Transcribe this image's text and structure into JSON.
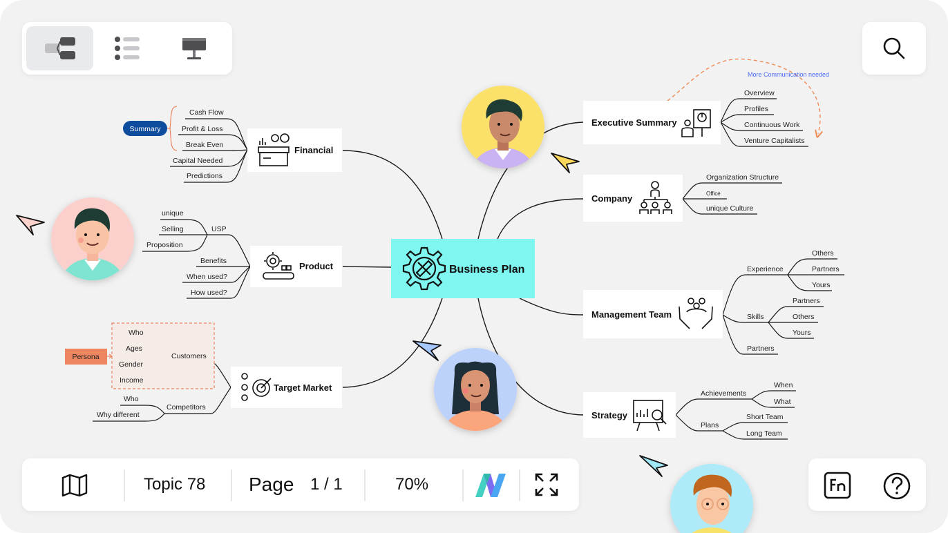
{
  "view_modes": [
    {
      "name": "mindmap-view",
      "active": true
    },
    {
      "name": "outline-view",
      "active": false
    },
    {
      "name": "presentation-view",
      "active": false
    }
  ],
  "toolbar": {
    "topic_label": "Topic 78",
    "page_label": "Page",
    "page_value": "1 / 1",
    "zoom": "70%"
  },
  "mindmap": {
    "central": "Business Plan",
    "branches": {
      "financial": {
        "title": "Financial",
        "items": [
          "Cash Flow",
          "Profit & Loss",
          "Break Even",
          "Capital Needed",
          "Predictions"
        ],
        "summary": "Summary"
      },
      "product": {
        "title": "Product",
        "usp": "USP",
        "usp_items": [
          "unique",
          "Selling",
          "Proposition"
        ],
        "items": [
          "Benefits",
          "When used?",
          "How used?"
        ]
      },
      "target": {
        "title": "Target Market",
        "customers": "Customers",
        "customer_items": [
          "Who",
          "Ages",
          "Gender",
          "Income"
        ],
        "persona": "Persona",
        "competitors": "Competitors",
        "competitor_items": [
          "Who",
          "Why different"
        ]
      },
      "executive": {
        "title": "Executive Summary",
        "items": [
          "Overview",
          "Profiles",
          "Continuous Work",
          "Venture Capitalists"
        ],
        "note": "More Communication needed"
      },
      "company": {
        "title": "Company",
        "items": [
          "Organization Structure",
          "Office",
          "unique Culture"
        ]
      },
      "management": {
        "title": "Management Team",
        "experience": "Experience",
        "experience_items": [
          "Others",
          "Partners",
          "Yours"
        ],
        "skills": "Skills",
        "skills_items": [
          "Partners",
          "Others",
          "Yours"
        ],
        "partners": "Partners"
      },
      "strategy": {
        "title": "Strategy",
        "achievements": "Achievements",
        "achievement_items": [
          "When",
          "What"
        ],
        "plans": "Plans",
        "plan_items": [
          "Short Team",
          "Long Team"
        ]
      }
    }
  },
  "colors": {
    "background": "#f2f2f2",
    "central_fill": "#7ff7f0",
    "summary_badge": "#0e4c9e",
    "persona_badge": "#ec8560",
    "group_highlight": "#f5ebe7",
    "note_arrow": "#f08a55",
    "note_text": "#4a6cf7"
  },
  "icons": [
    "map-icon",
    "fn-icon",
    "help-icon",
    "search-icon",
    "brand-logo"
  ]
}
